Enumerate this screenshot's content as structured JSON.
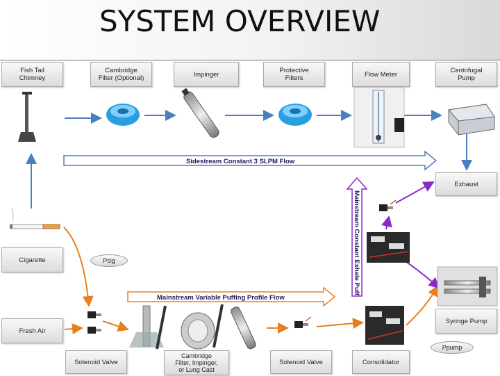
{
  "title": "SYSTEM OVERVIEW",
  "boxes": {
    "fish_tail": "Fish Tail\nChimney",
    "cambridge_top": "Cambridge\nFilter (Optional)",
    "impinger": "Impinger",
    "protective": "Protective\nFilters",
    "flow_meter": "Flow Meter",
    "centrifugal": "Centrifugal\nPump",
    "exhaust": "Exhaust",
    "cigarette": "Cigarette",
    "fresh_air": "Fresh Air",
    "solenoid_left": "Solenoid Valve",
    "cambridge_bottom": "Cambridge\nFilter, Impinger,\nor Lung Cast",
    "solenoid_right": "Solenoid Valve",
    "consolidator": "Consolidator",
    "syringe_pump": "Syringe Pump"
  },
  "ovals": {
    "pcig": "Pcig",
    "ppump": "Ppump"
  },
  "flows": {
    "sidestream": "Sidestream Constant 3 SLPM Flow",
    "mainstream_variable": "Mainstream Variable Puffing Profile Flow",
    "mainstream_exhale": "Mainstream Constant Exhale Puff"
  },
  "colors": {
    "blue_arrow": "#4a7fc0",
    "purple_arrow": "#8a2bc8",
    "orange_arrow": "#e87f1e"
  }
}
